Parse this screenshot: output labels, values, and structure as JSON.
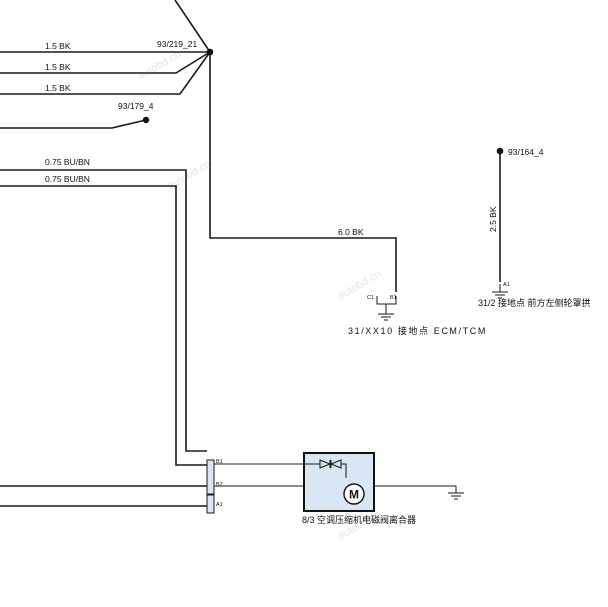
{
  "wire_labels": {
    "w1": "1.5 BK",
    "w2": "1.5 BK",
    "w3": "1.5 BK",
    "w4": "0.75 BU/BN",
    "w5": "0.75 BU/BN",
    "w6": "6.0 BK",
    "w7": "2.5 BK"
  },
  "splices": {
    "s1": "93/219_21",
    "s2": "93/179_4",
    "s3": "93/164_4"
  },
  "pins": {
    "c1": "C1",
    "b1": "B1",
    "a1_top": "A1",
    "conn_b1": "B1",
    "conn_b2": "B2",
    "conn_a1": "A1"
  },
  "components": {
    "ground_ecm": "31/XX10 接地点 ECM/TCM",
    "ground_front_left": "31/2 接地点 前方左侧轮罩拱",
    "clutch": "8/3 空调压缩机电磁阀离合器",
    "motor_symbol": "M"
  },
  "watermark": "autobd.cn"
}
